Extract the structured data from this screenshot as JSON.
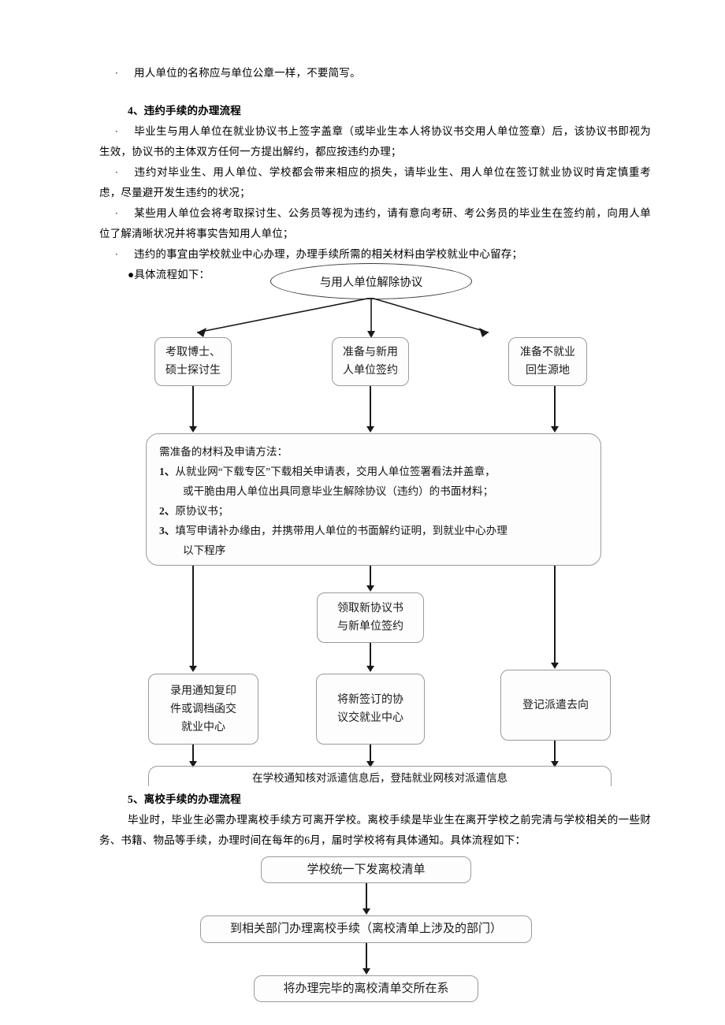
{
  "document": {
    "top_bullet": {
      "marker": "·",
      "text": "用人单位的名称应与单位公章一样，不要简写。"
    },
    "section4": {
      "heading": "4、违约手续的办理流程",
      "bullets": [
        "毕业生与用人单位在就业协议书上签字盖章（或毕业生本人将协议书交用人单位签章）后，该协议书即视为生效，协议书的主体双方任何一方提出解约，都应按违约办理；",
        "违约对毕业生、用人单位、学校都会带来相应的损失，请毕业生、用人单位在签订就业协议时肯定慎重考虑，尽量避开发生违约的状况；",
        "某些用人单位会将考取探讨生、公务员等视为违约，请有意向考研、考公务员的毕业生在签约前，向用人单位了解清晰状况并将事实告知用人单位；",
        "违约的事宜由学校就业中心办理，办理手续所需的相关材料由学校就业中心留存；"
      ],
      "bullet_marker": "·",
      "flow_lead_marker": "●",
      "flow_lead": "具体流程如下："
    },
    "section5": {
      "heading": "5、离校手续的办理流程",
      "paragraph": "毕业时，毕业生必需办理离校手续方可离开学校。离校手续是毕业生在离开学校之前完清与学校相关的一些财务、书籍、物品等手续，办理时间在每年的6月，届时学校将有具体通知。具体流程如下："
    }
  },
  "flowchart1": {
    "start": "与用人单位解除协议",
    "branches": [
      "考取博士、\n硕士探讨生",
      "准备与新用\n人单位签约",
      "准备不就业\n回生源地"
    ],
    "materials_box": {
      "title": "需准备的材料及申请方法：",
      "items": [
        {
          "num": "1、",
          "line1": "从就业网“下载专区”下载相关申请表，交用人单位签署看法并盖章，",
          "line2": "或干脆由用人单位出具同意毕业生解除协议（违约）的书面材料；"
        },
        {
          "num": "2、",
          "line1": "原协议书；",
          "line2": ""
        },
        {
          "num": "3、",
          "line1": "填写申请补办缘由，并携带用人单位的书面解约证明，到就业中心办理",
          "line2": "以下程序"
        }
      ]
    },
    "middle_node": "领取新协议书\n与新单位签约",
    "results": [
      "录用通知复印\n件或调档函交\n就业中心",
      "将新签订的协\n议交就业中心",
      "登记派遣去向"
    ],
    "footer_note": "在学校通知核对派遣信息后，登陆就业网核对派遣信息"
  },
  "flowchart2": {
    "steps": [
      "学校统一下发离校清单",
      "到相关部门办理离校手续（离校清单上涉及的部门）",
      "将办理完毕的离校清单交所在系"
    ]
  },
  "colors": {
    "node_border": "#9a9a9a",
    "ellipse_border": "#3a3a3a",
    "connector": "#1a1a1a",
    "text": "#000000",
    "page_background": "#ffffff"
  }
}
